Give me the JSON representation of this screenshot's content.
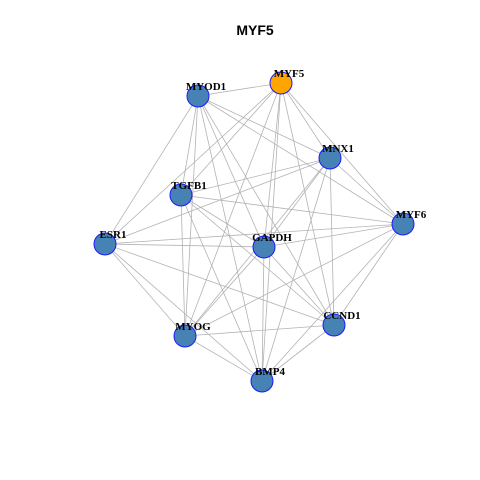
{
  "title": "MYF5",
  "colors": {
    "background": "#ffffff",
    "edge": "#b3b3b3",
    "node_default": "#4682b4",
    "node_highlight": "#ffa500",
    "node_border": "#1a1aff"
  },
  "nodes": [
    {
      "id": "MYF5",
      "label": "MYF5",
      "highlight": true
    },
    {
      "id": "MYOD1",
      "label": "MYOD1",
      "highlight": false
    },
    {
      "id": "MNX1",
      "label": "MNX1",
      "highlight": false
    },
    {
      "id": "TGFB1",
      "label": "TGFB1",
      "highlight": false
    },
    {
      "id": "MYF6",
      "label": "MYF6",
      "highlight": false
    },
    {
      "id": "ESR1",
      "label": "ESR1",
      "highlight": false
    },
    {
      "id": "GAPDH",
      "label": "GAPDH",
      "highlight": false
    },
    {
      "id": "CCND1",
      "label": "CCND1",
      "highlight": false
    },
    {
      "id": "MYOG",
      "label": "MYOG",
      "highlight": false
    },
    {
      "id": "BMP4",
      "label": "BMP4",
      "highlight": false
    }
  ],
  "edges": [
    [
      "MYF5",
      "MYOD1"
    ],
    [
      "MYF5",
      "MNX1"
    ],
    [
      "MYF5",
      "TGFB1"
    ],
    [
      "MYF5",
      "MYF6"
    ],
    [
      "MYF5",
      "GAPDH"
    ],
    [
      "MYF5",
      "CCND1"
    ],
    [
      "MYF5",
      "MYOG"
    ],
    [
      "MYF5",
      "BMP4"
    ],
    [
      "MYF5",
      "ESR1"
    ],
    [
      "MYOD1",
      "MNX1"
    ],
    [
      "MYOD1",
      "TGFB1"
    ],
    [
      "MYOD1",
      "MYF6"
    ],
    [
      "MYOD1",
      "ESR1"
    ],
    [
      "MYOD1",
      "GAPDH"
    ],
    [
      "MYOD1",
      "CCND1"
    ],
    [
      "MYOD1",
      "MYOG"
    ],
    [
      "MYOD1",
      "BMP4"
    ],
    [
      "MNX1",
      "TGFB1"
    ],
    [
      "MNX1",
      "MYF6"
    ],
    [
      "MNX1",
      "ESR1"
    ],
    [
      "MNX1",
      "GAPDH"
    ],
    [
      "MNX1",
      "CCND1"
    ],
    [
      "MNX1",
      "MYOG"
    ],
    [
      "MNX1",
      "BMP4"
    ],
    [
      "TGFB1",
      "MYF6"
    ],
    [
      "TGFB1",
      "GAPDH"
    ],
    [
      "TGFB1",
      "CCND1"
    ],
    [
      "TGFB1",
      "MYOG"
    ],
    [
      "TGFB1",
      "BMP4"
    ],
    [
      "MYF6",
      "ESR1"
    ],
    [
      "MYF6",
      "GAPDH"
    ],
    [
      "MYF6",
      "CCND1"
    ],
    [
      "MYF6",
      "MYOG"
    ],
    [
      "MYF6",
      "BMP4"
    ],
    [
      "ESR1",
      "GAPDH"
    ],
    [
      "ESR1",
      "CCND1"
    ],
    [
      "ESR1",
      "MYOG"
    ],
    [
      "ESR1",
      "BMP4"
    ],
    [
      "GAPDH",
      "CCND1"
    ],
    [
      "GAPDH",
      "MYOG"
    ],
    [
      "GAPDH",
      "BMP4"
    ],
    [
      "CCND1",
      "MYOG"
    ],
    [
      "CCND1",
      "BMP4"
    ],
    [
      "MYOG",
      "BMP4"
    ]
  ]
}
